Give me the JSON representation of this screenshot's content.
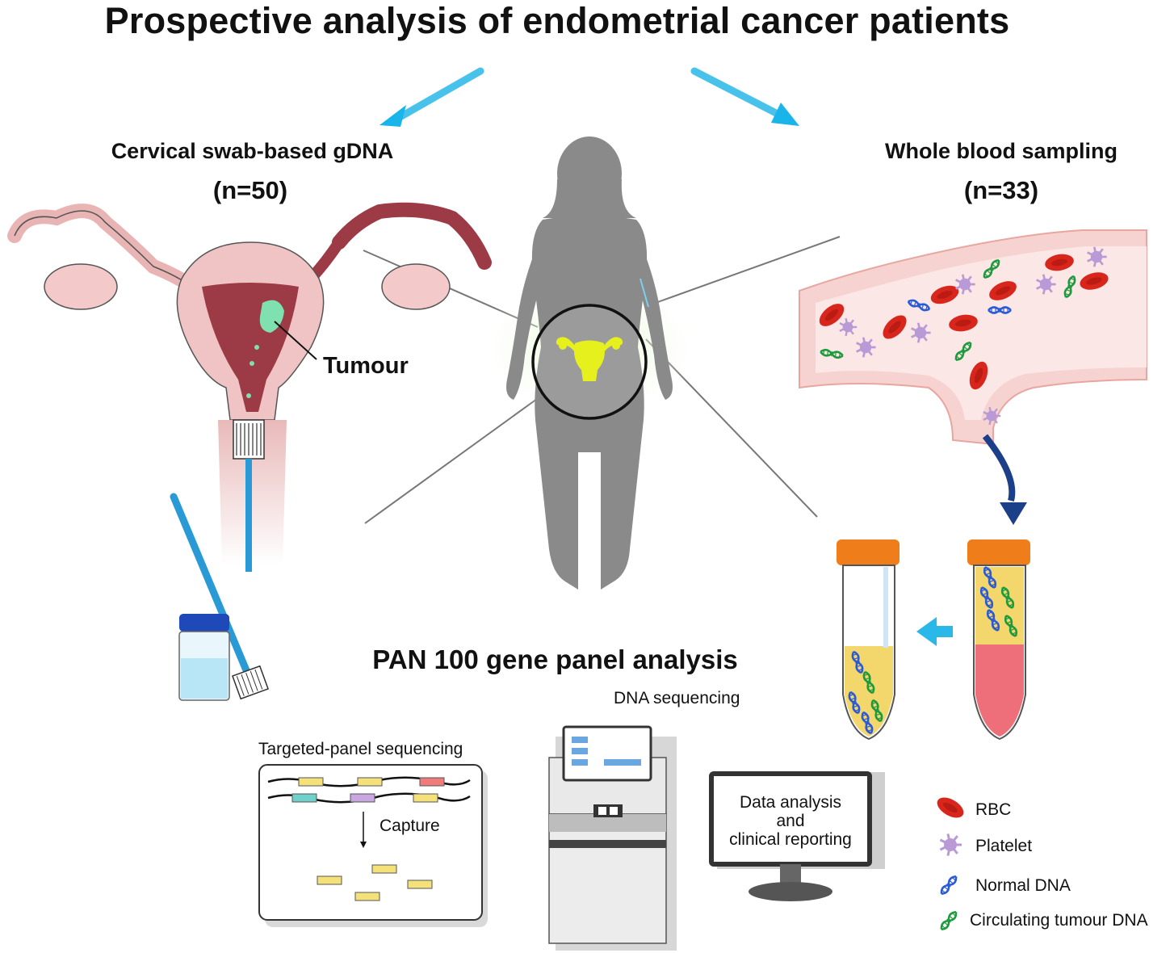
{
  "title": "Prospective analysis of endometrial cancer patients",
  "left_branch": {
    "heading": "Cervical swab-based gDNA",
    "n": "(n=50)",
    "tumour_label": "Tumour"
  },
  "right_branch": {
    "heading": "Whole blood sampling",
    "n": "(n=33)"
  },
  "panel": {
    "heading": "PAN 100 gene panel analysis",
    "targeted_label": "Targeted-panel sequencing",
    "capture_label": "Capture",
    "sequencing_label": "DNA sequencing",
    "monitor_lines": [
      "Data analysis",
      "and",
      "clinical reporting"
    ]
  },
  "legend": [
    {
      "icon": "rbc-icon",
      "label": "RBC"
    },
    {
      "icon": "platelet-icon",
      "label": "Platelet"
    },
    {
      "icon": "normal-dna-icon",
      "label": "Normal DNA"
    },
    {
      "icon": "ctdna-icon",
      "label": "Circulating tumour DNA"
    }
  ],
  "colors": {
    "arrow": "#2ab8e8",
    "rbc": "#d9261c",
    "platelet": "#b99ad6",
    "normal_dna": "#2a5bd7",
    "ctdna": "#1e9a3e",
    "tumour": "#7fe0b0",
    "uterus_wall": "#9c3a45",
    "tube_cap": "#ef7d1a"
  }
}
